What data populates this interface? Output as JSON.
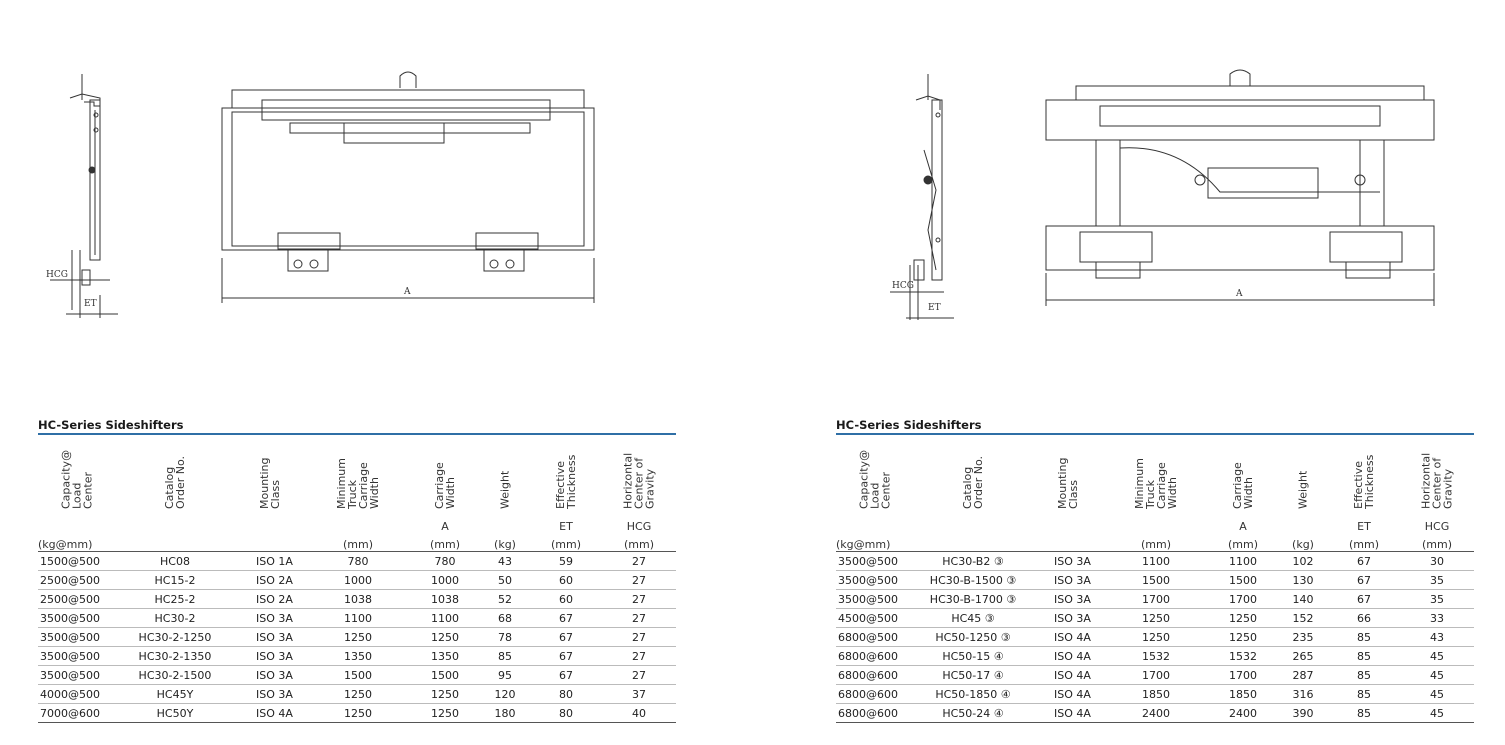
{
  "drawings": {
    "left": {
      "dim_hcg": "HCG",
      "dim_et": "ET",
      "dim_a": "A"
    },
    "right": {
      "dim_hcg": "HCG",
      "dim_et": "ET",
      "dim_a": "A"
    }
  },
  "columns": {
    "headers": [
      "Capacity@\nLoad\nCenter",
      "Catalog\nOrder No.",
      "Mounting\nClass",
      "Minimum\nTruck\nCarriage\nWidth",
      "Carriage\nWidth",
      "Weight",
      "Effective\nThickness",
      "Horizontal\nCenter of\nGravity"
    ],
    "letters": [
      "",
      "",
      "",
      "",
      "A",
      "",
      "ET",
      "HCG"
    ],
    "units": [
      "(kg@mm)",
      "",
      "",
      "(mm)",
      "(mm)",
      "(kg)",
      "(mm)",
      "(mm)"
    ]
  },
  "tables": [
    {
      "title": "HC-Series Sideshifters",
      "rows": [
        [
          "1500@500",
          "HC08",
          "ISO 1A",
          "780",
          "780",
          "43",
          "59",
          "27"
        ],
        [
          "2500@500",
          "HC15-2",
          "ISO 2A",
          "1000",
          "1000",
          "50",
          "60",
          "27"
        ],
        [
          "2500@500",
          "HC25-2",
          "ISO 2A",
          "1038",
          "1038",
          "52",
          "60",
          "27"
        ],
        [
          "3500@500",
          "HC30-2",
          "ISO 3A",
          "1100",
          "1100",
          "68",
          "67",
          "27"
        ],
        [
          "3500@500",
          "HC30-2-1250",
          "ISO 3A",
          "1250",
          "1250",
          "78",
          "67",
          "27"
        ],
        [
          "3500@500",
          "HC30-2-1350",
          "ISO 3A",
          "1350",
          "1350",
          "85",
          "67",
          "27"
        ],
        [
          "3500@500",
          "HC30-2-1500",
          "ISO 3A",
          "1500",
          "1500",
          "95",
          "67",
          "27"
        ],
        [
          "4000@500",
          "HC45Y",
          "ISO 3A",
          "1250",
          "1250",
          "120",
          "80",
          "37"
        ],
        [
          "7000@600",
          "HC50Y",
          "ISO 4A",
          "1250",
          "1250",
          "180",
          "80",
          "40"
        ]
      ]
    },
    {
      "title": "HC-Series Sideshifters",
      "rows": [
        [
          "3500@500",
          "HC30-B2 ③",
          "ISO 3A",
          "1100",
          "1100",
          "102",
          "67",
          "30"
        ],
        [
          "3500@500",
          "HC30-B-1500 ③",
          "ISO 3A",
          "1500",
          "1500",
          "130",
          "67",
          "35"
        ],
        [
          "3500@500",
          "HC30-B-1700 ③",
          "ISO 3A",
          "1700",
          "1700",
          "140",
          "67",
          "35"
        ],
        [
          "4500@500",
          "HC45 ③",
          "ISO 3A",
          "1250",
          "1250",
          "152",
          "66",
          "33"
        ],
        [
          "6800@500",
          "HC50-1250 ③",
          "ISO 4A",
          "1250",
          "1250",
          "235",
          "85",
          "43"
        ],
        [
          "6800@600",
          "HC50-15 ④",
          "ISO 4A",
          "1532",
          "1532",
          "265",
          "85",
          "45"
        ],
        [
          "6800@600",
          "HC50-17 ④",
          "ISO 4A",
          "1700",
          "1700",
          "287",
          "85",
          "45"
        ],
        [
          "6800@600",
          "HC50-1850 ④",
          "ISO 4A",
          "1850",
          "1850",
          "316",
          "85",
          "45"
        ],
        [
          "6800@600",
          "HC50-24 ④",
          "ISO 4A",
          "2400",
          "2400",
          "390",
          "85",
          "45"
        ]
      ]
    }
  ]
}
